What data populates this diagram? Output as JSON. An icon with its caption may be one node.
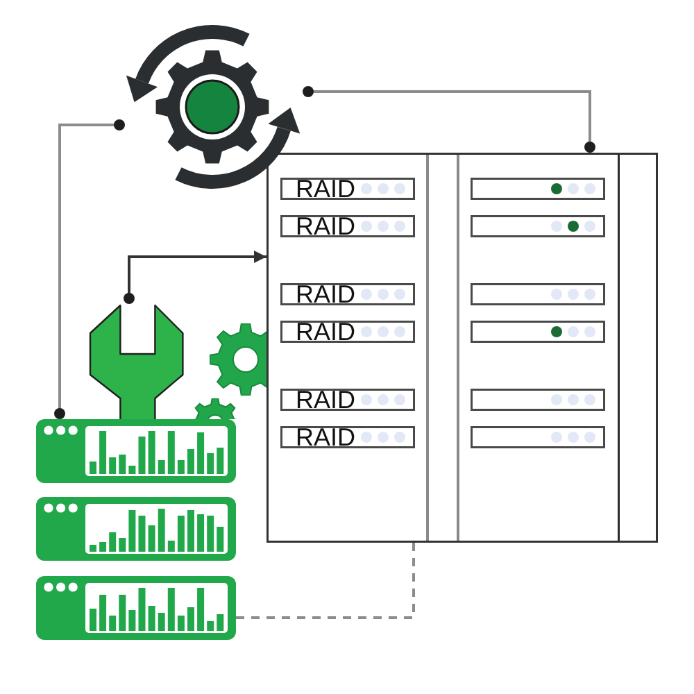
{
  "diagram": {
    "nodes": [
      {
        "text": [],
        "shape": "picture"
      },
      {
        "text": [],
        "shape": "box"
      },
      {
        "text": [
          "RAID"
        ],
        "in": 1
      },
      {
        "text": [],
        "shape": "box",
        "in": 1
      },
      {
        "text": [
          "RAID"
        ],
        "in": 1
      },
      {
        "text": [],
        "shape": "box",
        "in": 1
      },
      {
        "text": [
          "RAID"
        ],
        "in": 1
      },
      {
        "text": [],
        "shape": "box",
        "in": 1
      },
      {
        "text": [
          "RAID"
        ],
        "in": 1
      },
      {
        "text": [],
        "shape": "box",
        "in": 1
      },
      {
        "text": [
          "RAID"
        ],
        "in": 1
      },
      {
        "text": [],
        "shape": "box",
        "in": 1
      },
      {
        "text": [
          "RAID"
        ],
        "in": 1
      },
      {
        "text": [],
        "shape": "box",
        "in": 1
      },
      {
        "text": [],
        "shape": "picture"
      },
      {
        "text": [],
        "shape": "picture"
      },
      {
        "text": [],
        "shape": "picture"
      },
      {
        "text": [],
        "shape": "picture"
      }
    ],
    "edges": [
      {
        "from": 0,
        "to": 15,
        "arrow": "other"
      },
      {
        "from": 0,
        "to": 1,
        "arrow": "other"
      },
      {
        "from": 14,
        "to": 1,
        "arrow": "to",
        "color": "#333333"
      },
      {
        "from": 17,
        "to": 1,
        "arrow": "none",
        "style": "dashed"
      }
    ]
  }
}
